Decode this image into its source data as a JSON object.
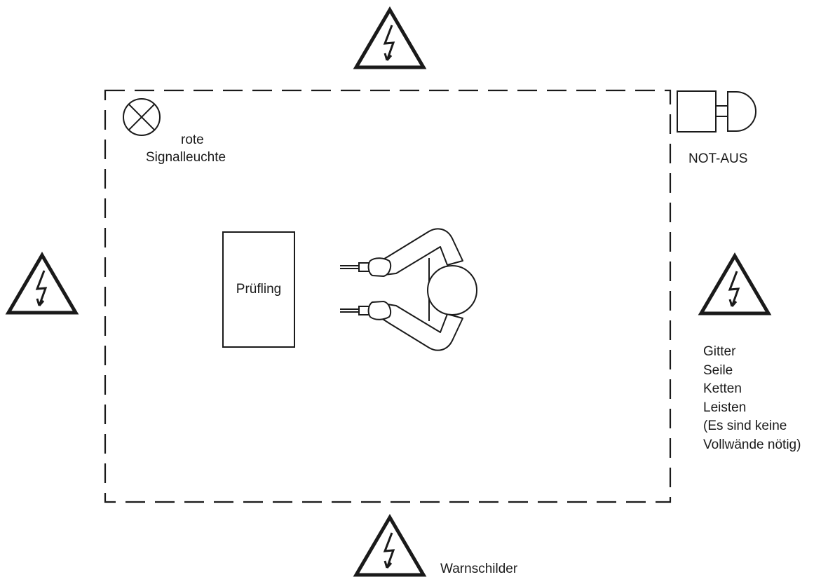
{
  "labels": {
    "signal_lamp_line1": "rote",
    "signal_lamp_line2": "Signalleuchte",
    "emergency_stop": "NOT-AUS",
    "device_under_test": "Prüfling",
    "warning_signs": "Warnschilder"
  },
  "barrier_types": [
    "Gitter",
    "Seile",
    "Ketten",
    "Leisten",
    "(Es sind keine",
    "Vollwände nötig)"
  ],
  "icons": {
    "warning_sign": "high-voltage-warning-triangle-icon",
    "signal_lamp": "signal-lamp-icon",
    "emergency_stop": "emergency-stop-button-icon",
    "person": "person-top-view-icon",
    "test_probe": "test-probe-icon"
  },
  "colors": {
    "line": "#1a1a1a",
    "background": "#ffffff"
  }
}
